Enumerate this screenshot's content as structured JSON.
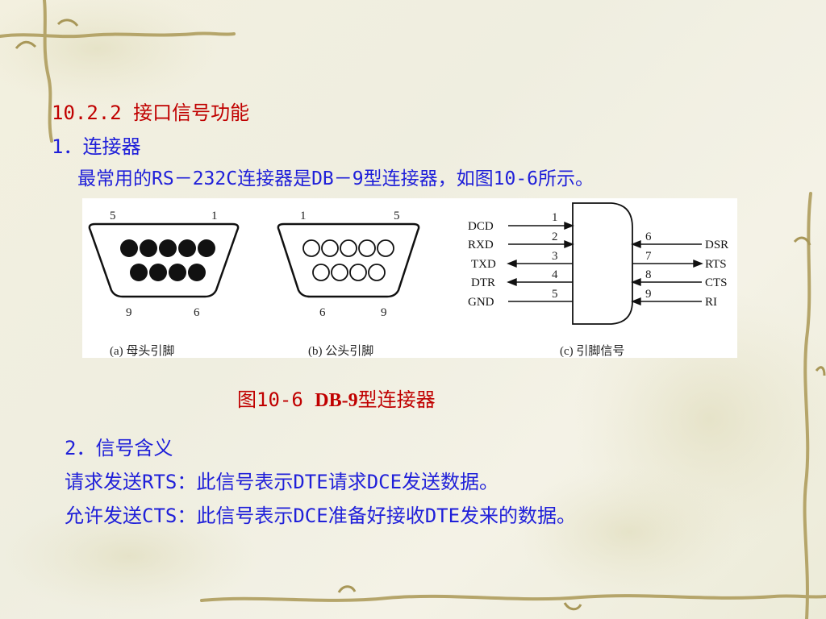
{
  "heading": {
    "section": "10.2.2  接口信号功能",
    "sub1": "1．连接器",
    "para": "最常用的RS－232C连接器是DB－9型连接器，如图10-6所示。"
  },
  "figure": {
    "a": {
      "caption": "(a) 母头引脚",
      "top_left": "5",
      "top_right": "1",
      "bottom_left": "9",
      "bottom_right": "6"
    },
    "b": {
      "caption": "(b) 公头引脚",
      "top_left": "1",
      "top_right": "5",
      "bottom_left": "6",
      "bottom_right": "9"
    },
    "c": {
      "caption": "(c) 引脚信号",
      "left_signals": [
        "DCD",
        "RXD",
        "TXD",
        "DTR",
        "GND"
      ],
      "left_pins": [
        "1",
        "2",
        "3",
        "4",
        "5"
      ],
      "right_signals": [
        "DSR",
        "RTS",
        "CTS",
        "RI"
      ],
      "right_pins": [
        "6",
        "7",
        "8",
        "9"
      ]
    },
    "title_prefix": "图10-6 ",
    "title_bold": "DB-9",
    "title_suffix": "型连接器"
  },
  "section2": {
    "title": "2．信号含义",
    "rts": "请求发送RTS：此信号表示DTE请求DCE发送数据。",
    "cts": "允许发送CTS：此信号表示DCE准备好接收DTE发来的数据。"
  },
  "colors": {
    "heading": "#c00000",
    "body": "#1f1fd9"
  }
}
